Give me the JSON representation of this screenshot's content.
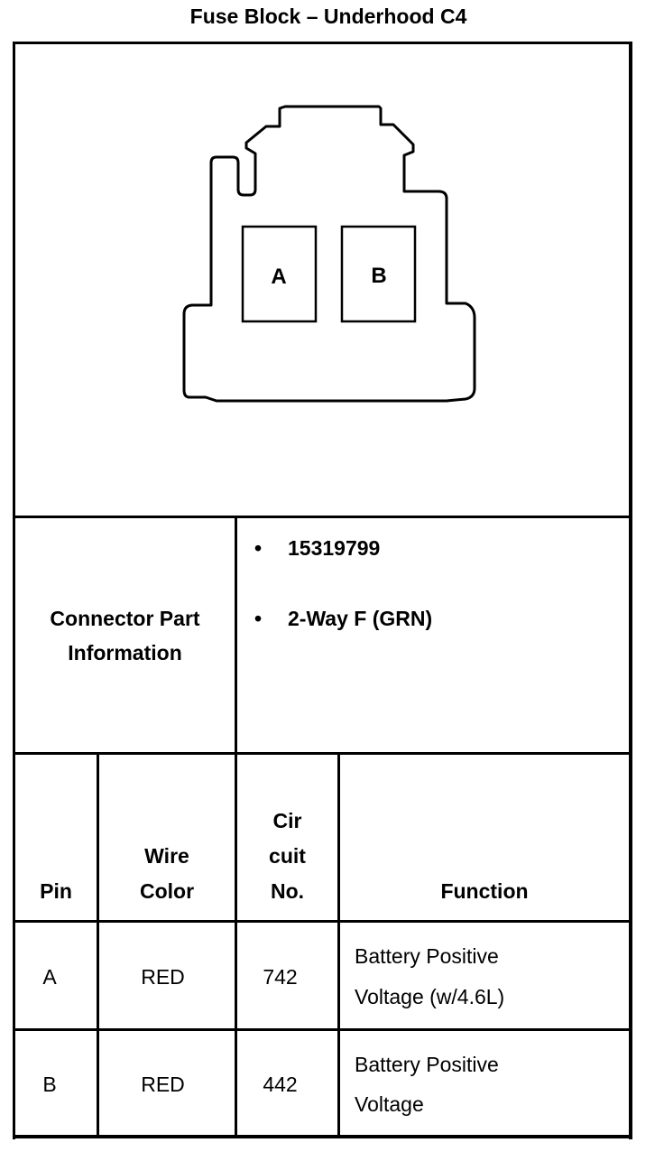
{
  "title": "Fuse Block – Underhood C4",
  "connector_view": {
    "cavity_labels": [
      "A",
      "B"
    ]
  },
  "connector_part_info": {
    "label_line1": "Connector Part",
    "label_line2": "Information",
    "bullet_symbol": "•",
    "items": [
      "15319799",
      "2-Way F (GRN)"
    ]
  },
  "pin_table": {
    "headers": {
      "pin": "Pin",
      "wire_color": [
        "Wire",
        "Color"
      ],
      "circuit_no": [
        "Cir",
        "cuit",
        "No."
      ],
      "function": "Function"
    },
    "rows": [
      {
        "pin": "A",
        "wire_color": "RED",
        "circuit_no": "742",
        "function": [
          "Battery Positive",
          "Voltage (w/4.6L)"
        ]
      },
      {
        "pin": "B",
        "wire_color": "RED",
        "circuit_no": "442",
        "function": [
          "Battery Positive",
          "Voltage"
        ]
      }
    ]
  }
}
